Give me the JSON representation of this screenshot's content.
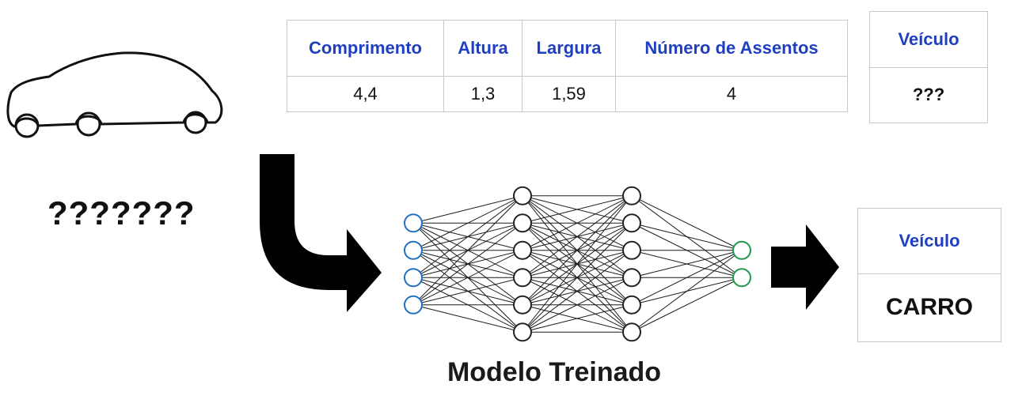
{
  "features_table": {
    "headers": [
      "Comprimento",
      "Altura",
      "Largura",
      "Número de Assentos"
    ],
    "values": [
      "4,4",
      "1,3",
      "1,59",
      "4"
    ]
  },
  "vehicle_box_top": {
    "header": "Veículo",
    "value": "???"
  },
  "unknown_label": "???????",
  "model_label": "Modelo Treinado",
  "vehicle_box_bottom": {
    "header": "Veículo",
    "value": "CARRO"
  },
  "network": {
    "layers": [
      4,
      6,
      6,
      2
    ],
    "colors": {
      "input": "#1f6fc0",
      "hidden": "#222222",
      "output": "#1a9a4a",
      "edges": "#1a1a1a"
    }
  },
  "icons": [
    "car-outline-icon",
    "curved-arrow-icon",
    "right-arrow-icon"
  ]
}
